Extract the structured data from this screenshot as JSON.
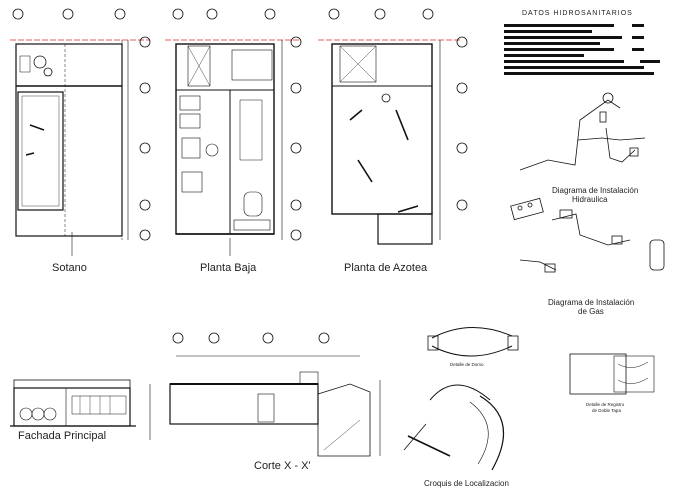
{
  "header": {
    "title": "DATOS HIDROSANITARIOS"
  },
  "labels": {
    "sotano": "Sotano",
    "planta_baja": "Planta Baja",
    "planta_azotea": "Planta de Azotea",
    "diagrama_hidraulica_1": "Diagrama de Instalación",
    "diagrama_hidraulica_2": "Hidraulica",
    "diagrama_gas_1": "Diagrama de Instalación",
    "diagrama_gas_2": "de Gas",
    "fachada": "Fachada Principal",
    "corte": "Corte X - X'",
    "croquis": "Croquis de Localizacion",
    "detalle_domo": "Detalle de Domo",
    "detalle_registro_1": "Detalle de Registro",
    "detalle_registro_2": "de Doble Tapa"
  },
  "colors": {
    "ink": "#111111",
    "axis_red": "#e0282a",
    "background": "#ffffff"
  }
}
